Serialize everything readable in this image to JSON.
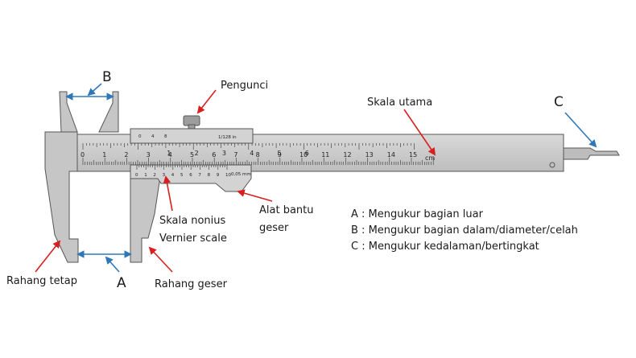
{
  "labels": {
    "B": "B",
    "A": "A",
    "C": "C",
    "pengunci": "Pengunci",
    "skala_utama": "Skala utama",
    "alat_bantu_1": "Alat bantu",
    "alat_bantu_2": "geser",
    "skala_nonius": "Skala nonius",
    "vernier_scale": "Vernier scale",
    "rahang_tetap": "Rahang tetap",
    "rahang_geser": "Rahang geser"
  },
  "legend": [
    "A : Mengukur bagian luar",
    "B : Mengukur bagian dalam/diameter/celah",
    "C : Mengukur kedalaman/bertingkat"
  ],
  "scale": {
    "main_numbers": [
      "0",
      "1",
      "2",
      "3",
      "4",
      "5",
      "6",
      "7",
      "8",
      "9",
      "10",
      "11",
      "12",
      "13",
      "14",
      "15"
    ],
    "unit_cm": "cm",
    "inch_numbers_top": [
      "0",
      "1",
      "2",
      "3",
      "4",
      "5",
      "6"
    ],
    "inch_fraction": "1/128 in",
    "slider_small": [
      "0",
      "4",
      "8"
    ],
    "vernier_numbers": [
      "0",
      "1",
      "2",
      "3",
      "4",
      "5",
      "6",
      "7",
      "8",
      "9",
      "10"
    ],
    "vernier_note": "0,05 mm"
  },
  "colors": {
    "arrow_red": "#d62020",
    "arrow_blue": "#2f78b8",
    "body_grey": "#c8c8c8",
    "stroke": "#555555"
  }
}
